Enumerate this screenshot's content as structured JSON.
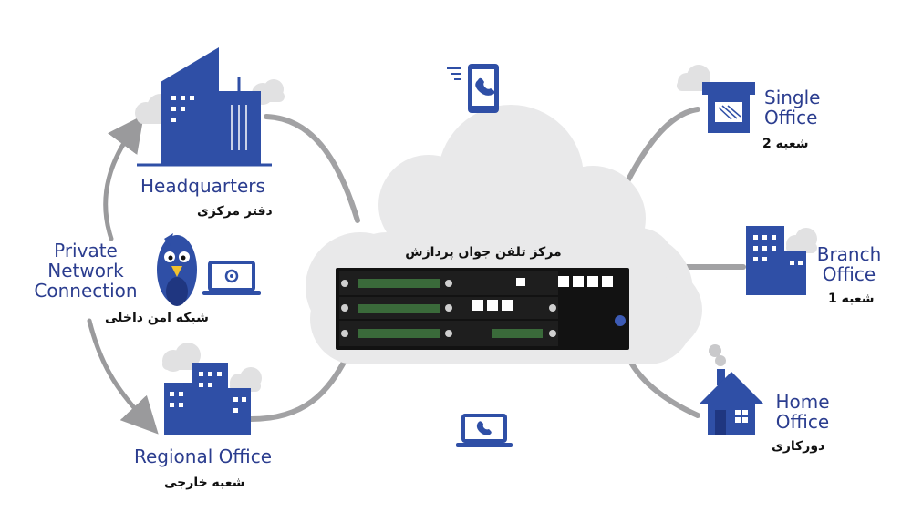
{
  "center": {
    "title": "مرکز تلفن جوان پردازش",
    "device": "pbx-appliance"
  },
  "nodes": {
    "headquarters": {
      "label": "Headquarters",
      "label_fa": "دفتر مرکزی",
      "icon": "headquarters-buildings-icon"
    },
    "private_network": {
      "label_lines": [
        "Private",
        "Network",
        "Connection"
      ],
      "label_fa": "شبکه امن داخلی",
      "icon": "bird-mascot-icon"
    },
    "regional_office": {
      "label": "Regional Office",
      "label_fa": "شعبه خارجی",
      "icon": "regional-office-buildings-icon"
    },
    "single_office": {
      "label_lines": [
        "Single",
        "Office"
      ],
      "label_fa": "شعبه 2",
      "icon": "storefront-icon"
    },
    "branch_office": {
      "label_lines": [
        "Branch",
        "Office"
      ],
      "label_fa": "شعبه 1",
      "icon": "branch-office-building-icon"
    },
    "home_office": {
      "label_lines": [
        "Home",
        "Office"
      ],
      "label_fa": "دورکاری",
      "icon": "house-icon"
    }
  },
  "decorations": {
    "mobile_icon": "mobile-phone-icon",
    "laptop_icon": "laptop-phone-icon",
    "settings_laptop_icon": "laptop-gear-icon"
  },
  "colors": {
    "blue": "#2f4fa6",
    "navy": "#2b3d8f",
    "cloud": "#e9e9ea",
    "line": "#a2a2a4",
    "device": "#121212"
  }
}
